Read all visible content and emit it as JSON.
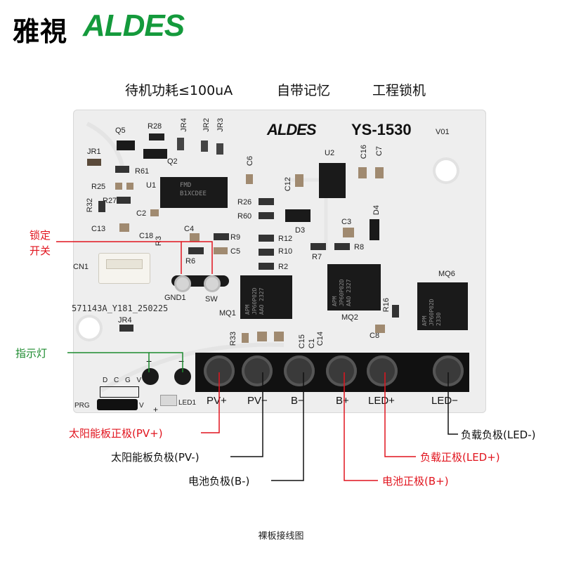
{
  "brand": {
    "cn": "雅視",
    "en": "ALDES"
  },
  "features": [
    "待机功耗≤100uA",
    "自带记忆",
    "工程锁机"
  ],
  "board": {
    "logo": "ALDES",
    "model": "YS-1530",
    "version": "V01",
    "serial": "571143A_Y181_250225",
    "components": [
      "Q5",
      "R28",
      "JR4",
      "JR2",
      "JR3",
      "JR1",
      "Q2",
      "R61",
      "R25",
      "U1",
      "C6",
      "U2",
      "C16",
      "C7",
      "C12",
      "R27",
      "R32",
      "C2",
      "R26",
      "R60",
      "D4",
      "C13",
      "C18",
      "C4",
      "D3",
      "C3",
      "R9",
      "R3",
      "R12",
      "R8",
      "CN1",
      "C5",
      "R10",
      "R6",
      "R7",
      "R2",
      "MQ6",
      "GND1",
      "SW",
      "MQ1",
      "MQ2",
      "R16",
      "JR4",
      "C8",
      "R33",
      "C15",
      "C14",
      "C1",
      "LED1",
      "PRG"
    ],
    "prg_pins": "D C G V",
    "prg_v": "V",
    "terminals": [
      "PV+",
      "PV−",
      "B−",
      "B+",
      "LED+",
      "LED−"
    ],
    "led_plus": "+",
    "led_minus": "−",
    "jumper_plus": "+",
    "ic_marks": {
      "u1": "FMD",
      "u1b": "B1XCDEE",
      "mq1": "APM\nJP60P02D\nAAO 2327",
      "mq2": "APM\nJP60P02D\nAAO 2327",
      "mq6": "APM\nJP60P02D\n2330"
    }
  },
  "annotations": {
    "lock_switch": [
      "锁定",
      "开关"
    ],
    "indicator": "指示灯",
    "pv_plus": "太阳能板正极(PV+)",
    "pv_minus": "太阳能板负极(PV-)",
    "b_minus": "电池负极(B-)",
    "b_plus": "电池正极(B+)",
    "led_plus": "负载正极(LED+)",
    "led_minus": "负载负极(LED-)"
  },
  "caption": "裸板接线图",
  "colors": {
    "brand_green": "#149a3c",
    "red": "#e1141e",
    "green_label": "#1c8a2e",
    "board": "#eeeeee"
  }
}
